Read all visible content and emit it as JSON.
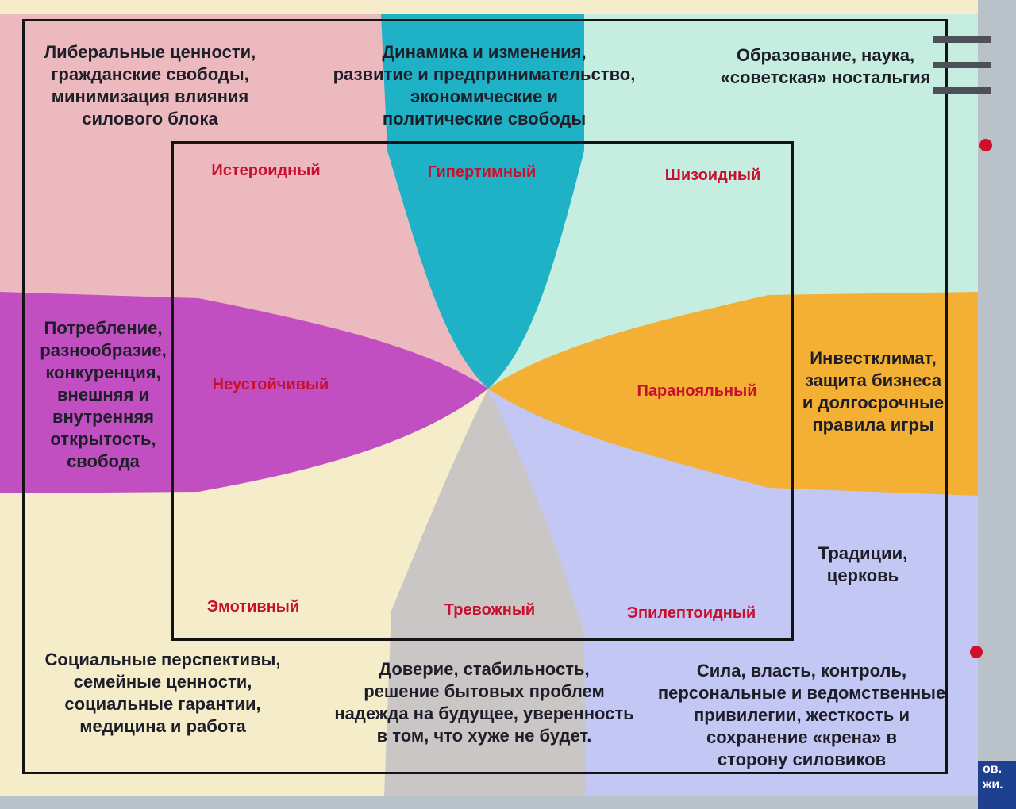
{
  "colors": {
    "liberal": "#ecb9bf",
    "hyperthymic": "#1fb2c6",
    "schizoid": "#c6eee0",
    "unstable": "#c14fc2",
    "paranoid": "#f3b035",
    "emotive": "#f5ecc9",
    "anxious": "#cac6c6",
    "epileptoid": "#c3c7f3",
    "label_text": "#1e1e28",
    "type_text": "#c8102e"
  },
  "sectors": {
    "top_left": "Либеральные ценности,\nгражданские свободы,\nминимизация влияния\nсилового блока",
    "top_center": "Динамика и изменения,\nразвитие и предпринимательство,\nэкономические и\nполитические свободы",
    "top_right": "Образование, наука,\n«советская» ностальгия",
    "left": "Потребление,\nразнообразие,\nконкуренция,\nвнешняя и\nвнутренняя\nоткрытость,\nсвобода",
    "right": "Инвестклимат,\nзащита бизнеса\nи долгосрочные\nправила игры",
    "right_lower": "Традиции,\nцерковь",
    "bottom_left": "Социальные перспективы,\nсемейные ценности,\nсоциальные гарантии,\nмедицина и работа",
    "bottom_center": "Доверие, стабильность,\nрешение бытовых проблем\nнадежда на будущее, уверенность\nв том, что хуже не будет.",
    "bottom_right": "Сила, власть, контроль,\nперсональные и ведомственные\nпривилегии, жесткость и\nсохранение «крена» в\nсторону силовиков"
  },
  "types": {
    "hysteroid": "Истероидный",
    "hyperthymic": "Гипертимный",
    "schizoid": "Шизоидный",
    "unstable": "Неустойчивый",
    "paranoid": "Паранояльный",
    "emotive": "Эмотивный",
    "anxious": "Тревожный",
    "epileptoid": "Эпилептоидный"
  },
  "side_tab": {
    "text": "ов.\nжи."
  }
}
